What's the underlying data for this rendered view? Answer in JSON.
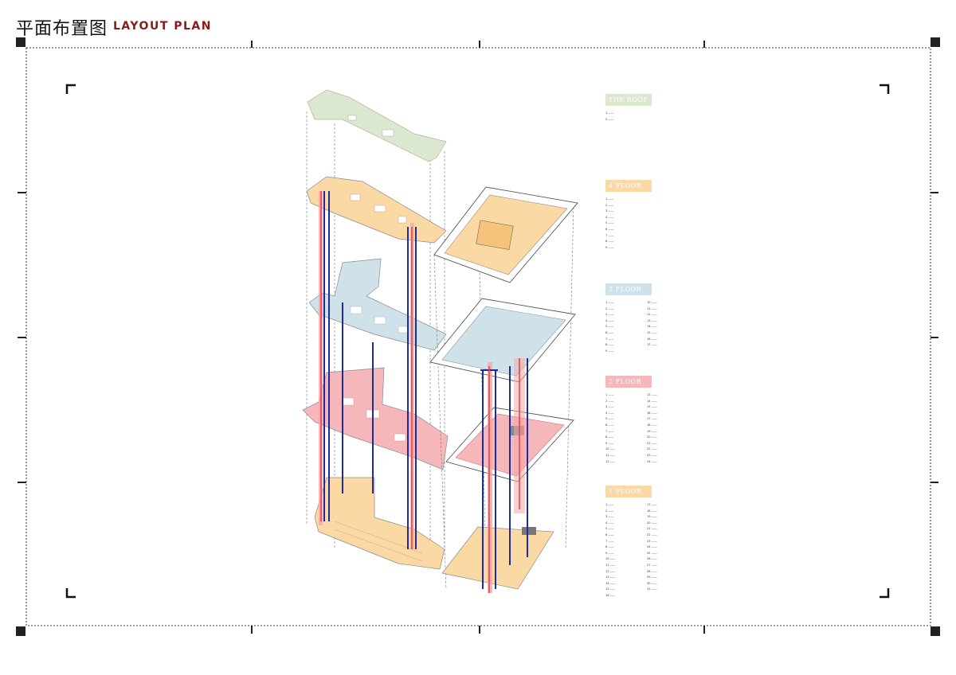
{
  "header": {
    "title_cn": "平面布置图",
    "title_en": "LAYOUT PLAN"
  },
  "legend": [
    {
      "key": "roof",
      "heading": "THE ROOF",
      "color": "#dbe8cf",
      "count": 2
    },
    {
      "key": "f4",
      "heading": "4 FLOOR",
      "color": "#fbd9a5",
      "count": 9
    },
    {
      "key": "f3",
      "heading": "3 FLOOR",
      "color": "#cfe2ea",
      "count": 17
    },
    {
      "key": "f2",
      "heading": "2 FLOOR",
      "color": "#f6b7bb",
      "count": 24
    },
    {
      "key": "f1",
      "heading": "1 FLOOR",
      "color": "#fbd9a5",
      "count": 31
    }
  ],
  "colors": {
    "accent": "#8b1a1a",
    "circulation_red": "#e8434b",
    "circulation_blue": "#1f2a9c"
  }
}
